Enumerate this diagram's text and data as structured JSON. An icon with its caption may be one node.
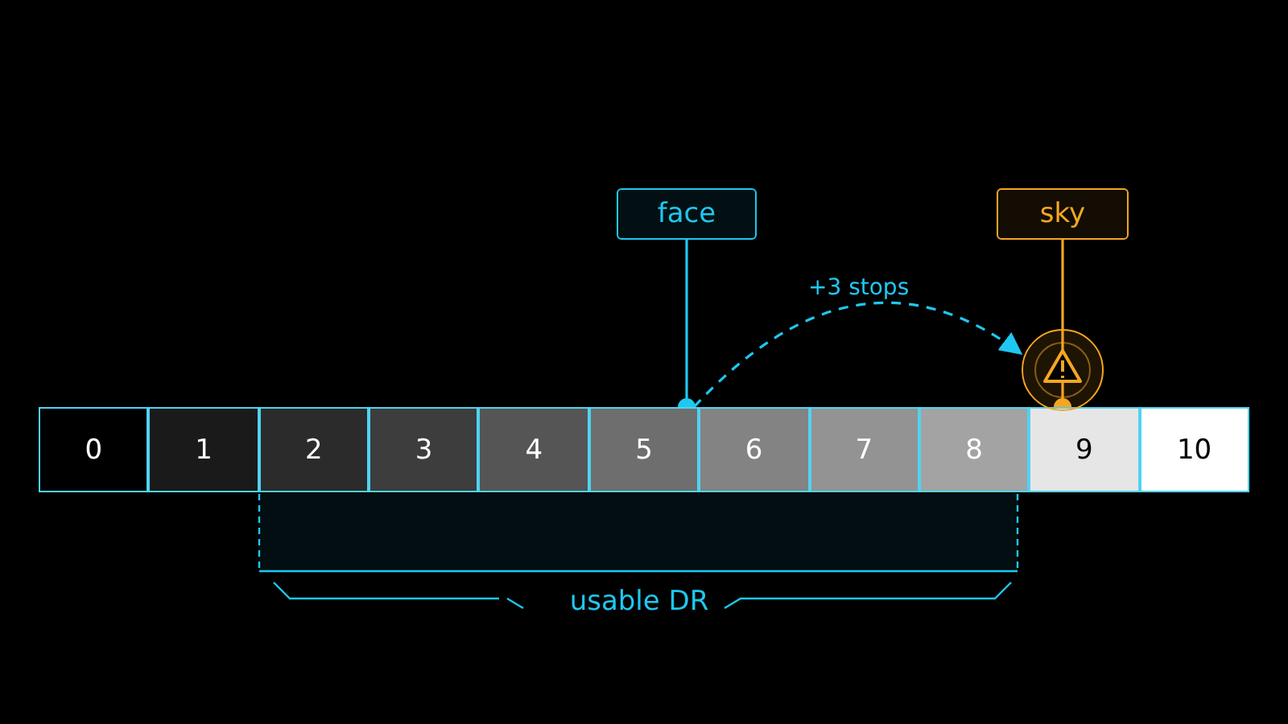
{
  "diagram": {
    "nodes": [
      {
        "text": [
          "0"
        ]
      },
      {
        "text": [
          "1"
        ]
      },
      {
        "text": [
          "2"
        ]
      },
      {
        "text": [
          "3"
        ]
      },
      {
        "text": [
          "4"
        ]
      },
      {
        "text": [
          "5"
        ]
      },
      {
        "text": [
          "6"
        ]
      },
      {
        "text": [
          "7"
        ]
      },
      {
        "text": [
          "8"
        ]
      },
      {
        "text": [
          "9"
        ]
      },
      {
        "text": [
          "10"
        ]
      },
      {
        "text": [
          "face"
        ]
      },
      {
        "text": [
          "sky"
        ]
      },
      {
        "text": [],
        "shape": "circle"
      }
    ],
    "edges": [
      {
        "from": 11,
        "to": 5,
        "arrow": "other"
      },
      {
        "from": 12,
        "to": 9,
        "arrow": "other",
        "color": "#f5a623"
      },
      {
        "from": 5,
        "to": 13,
        "arrow": "to",
        "label": "+3 stops",
        "style": "dashed"
      }
    ],
    "labels": [
      "usable DR"
    ]
  }
}
